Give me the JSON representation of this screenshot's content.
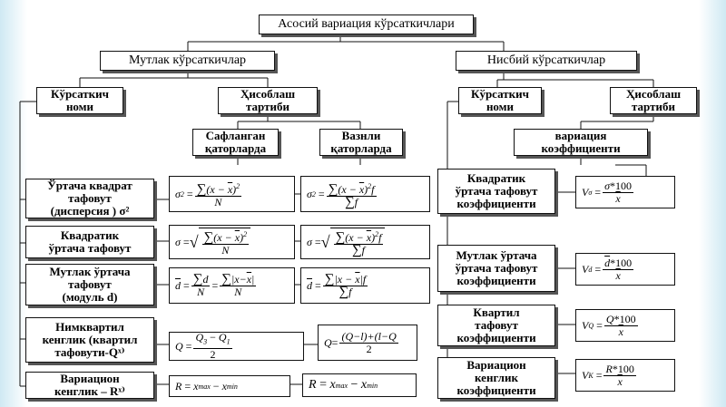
{
  "title": "Асосий вариация кўрсаткичлари",
  "branches": {
    "absolute": "Мутлак кўрсаткичлар",
    "relative": "Нисбий кўрсаткичлар"
  },
  "headers": {
    "name": "Кўрсаткич\nноми",
    "procedure": "Ҳисоблаш\nтартиби",
    "ungrouped": "Сафланган\nқаторларда",
    "weighted": "Вазнли\nқаторларда",
    "rel_name": "Кўрсаткич\nноми",
    "rel_procedure": "Ҳисоблаш\nтартиби",
    "variation_coef": "вариация\nкоэффициенти"
  },
  "absolute_rows": [
    "Ўртача квадрат\nтафовут\n(дисперсия ) σ²",
    "Квадратик\nўртача    тафовут",
    "Мутлак ўртача\nтафовут\n(модуль d)",
    "Нимквартил\nкенглик (квартил\nтафовути-Qˣ⁾",
    "Вариацион\nкенглик – Rˣ⁾"
  ],
  "relative_rows": [
    "Квадратик\nўртача тафовут\nкоэффициенти",
    "Мутлак ўртача\nўртача тафовут\nкоэффициенти",
    "Квартил\nтафовут\nкоэффициенти",
    "Вариацион\nкенглик\nкоэффициенти"
  ],
  "formula_text": {
    "sigma": "σ",
    "sq": "2",
    "eq": "=",
    "sum": "∑",
    "x": "x",
    "f": "f",
    "N": "N",
    "dbar": "d",
    "d": "d",
    "Q": "Q",
    "Q1": "Q",
    "Q3": "Q",
    "two": "2",
    "q_weird": "(Q−l)+(l−Q",
    "R": "R",
    "max": "max",
    "min": "min",
    "minus": "−",
    "V": "V",
    "times100": "*100",
    "subK": "K"
  }
}
